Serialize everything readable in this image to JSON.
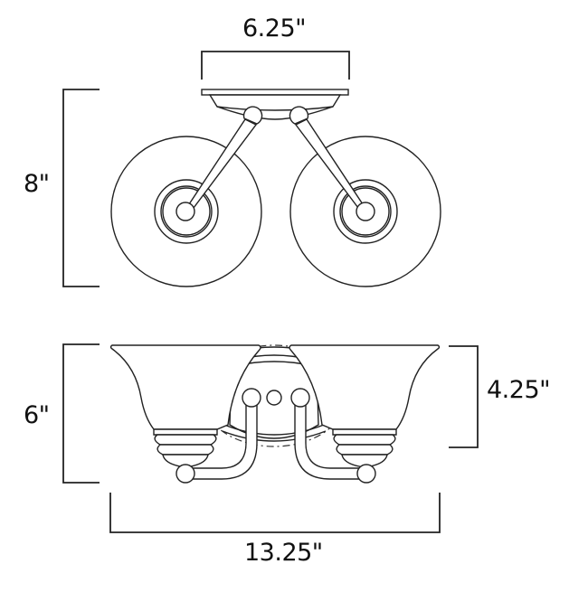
{
  "diagram": {
    "title": "Two-light wall sconce dimension drawing",
    "views": [
      {
        "name": "top-view",
        "description": "Top view showing backplate and two circular glass shades"
      },
      {
        "name": "front-view",
        "description": "Front elevation showing bell-shaped glass shades, arms and backplate"
      }
    ],
    "dimensions": {
      "backplate_width": "6.25\"",
      "depth": "8\"",
      "height": "6\"",
      "shade_height": "4.25\"",
      "overall_width": "13.25\""
    },
    "colors": {
      "line": "#222222",
      "background": "#ffffff",
      "text": "#111111"
    }
  }
}
